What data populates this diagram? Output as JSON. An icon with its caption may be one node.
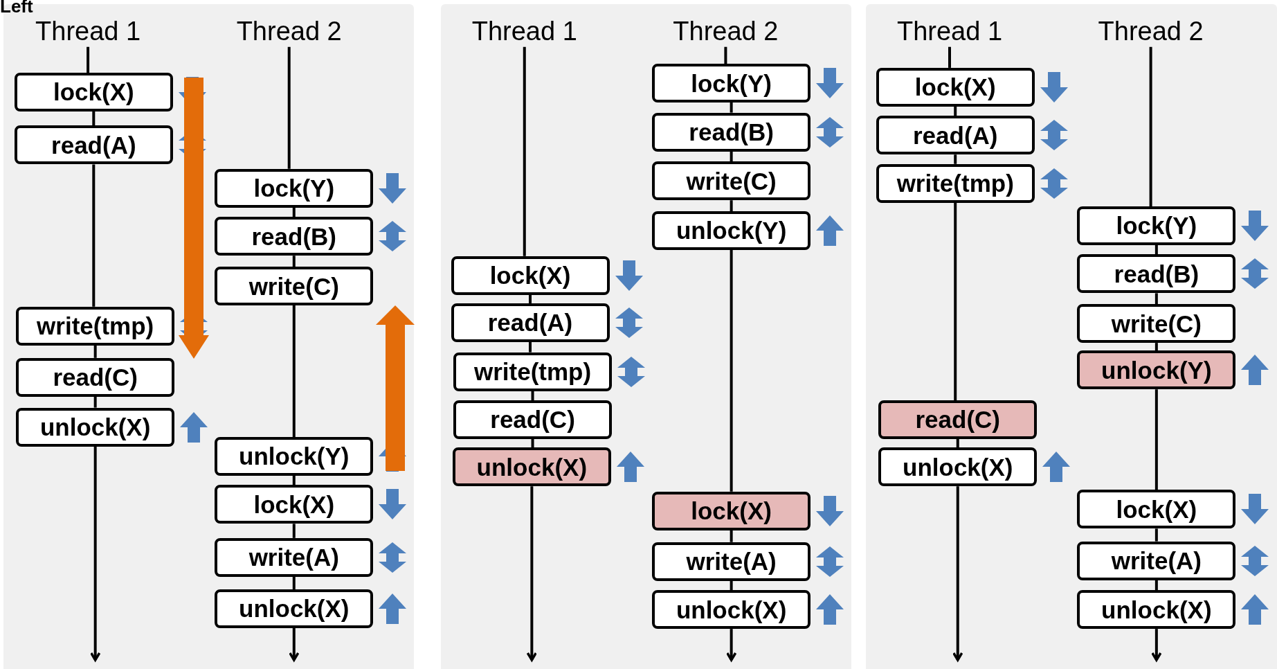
{
  "diagram": {
    "nodes": [
      {
        "text": [
          "Thread 1"
        ]
      },
      {
        "text": [
          "Thread 2"
        ]
      },
      {
        "text": [
          "lock(X)"
        ]
      },
      {
        "text": [
          "read(A)"
        ]
      },
      {
        "text": [
          "write(tmp)"
        ]
      },
      {
        "text": [
          "read(C)"
        ]
      },
      {
        "text": [
          "unlock(X)"
        ]
      },
      {
        "text": [
          "lock(Y)"
        ]
      },
      {
        "text": [
          "read(B)"
        ]
      },
      {
        "text": [
          "write(C)"
        ]
      },
      {
        "text": [
          "unlock(Y)"
        ]
      },
      {
        "text": [
          "lock(X)"
        ]
      },
      {
        "text": [
          "write(A)"
        ]
      },
      {
        "text": [
          "unlock(X)"
        ]
      },
      {
        "text": [
          "Thread 1"
        ]
      },
      {
        "text": [
          "Thread 2"
        ]
      },
      {
        "text": [
          "lock(X)"
        ]
      },
      {
        "text": [
          "read(A)"
        ]
      },
      {
        "text": [
          "write(tmp)"
        ]
      },
      {
        "text": [
          "read(C)"
        ]
      },
      {
        "text": [
          "unlock(X)"
        ]
      },
      {
        "text": [
          "lock(Y)"
        ]
      },
      {
        "text": [
          "read(B)"
        ]
      },
      {
        "text": [
          "write(C)"
        ]
      },
      {
        "text": [
          "unlock(Y)"
        ]
      },
      {
        "text": [
          "lock(X)"
        ]
      },
      {
        "text": [
          "write(A)"
        ]
      },
      {
        "text": [
          "unlock(X)"
        ]
      },
      {
        "text": [
          "Thread 1"
        ]
      },
      {
        "text": [
          "Thread 2"
        ]
      },
      {
        "text": [
          "lock(X)"
        ]
      },
      {
        "text": [
          "read(A)"
        ]
      },
      {
        "text": [
          "write(tmp)"
        ]
      },
      {
        "text": [
          "read(C)"
        ]
      },
      {
        "text": [
          "unlock(X)"
        ]
      },
      {
        "text": [
          "lock(Y)"
        ]
      },
      {
        "text": [
          "read(B)"
        ]
      },
      {
        "text": [
          "write(C)"
        ]
      },
      {
        "text": [
          "unlock(Y)"
        ]
      },
      {
        "text": [
          "lock(X)"
        ]
      },
      {
        "text": [
          "write(A)"
        ]
      },
      {
        "text": [
          "unlock(X)"
        ]
      }
    ],
    "edges": [
      {
        "from": 0,
        "to": 2,
        "arrow": "none"
      },
      {
        "from": 2,
        "to": 3,
        "arrow": "none"
      },
      {
        "from": 3,
        "to": 4,
        "arrow": "none"
      },
      {
        "from": 4,
        "to": 5,
        "arrow": "none"
      },
      {
        "from": 5,
        "to": 6,
        "arrow": "none"
      },
      {
        "from": 6,
        "to": null,
        "arrow": "to"
      },
      {
        "from": 1,
        "to": 7,
        "arrow": "none"
      },
      {
        "from": 7,
        "to": 8,
        "arrow": "none"
      },
      {
        "from": 8,
        "to": 9,
        "arrow": "none"
      },
      {
        "from": 9,
        "to": 10,
        "arrow": "none"
      },
      {
        "from": 10,
        "to": 11,
        "arrow": "none"
      },
      {
        "from": 11,
        "to": 12,
        "arrow": "none"
      },
      {
        "from": 12,
        "to": 13,
        "arrow": "none"
      },
      {
        "from": 13,
        "to": null,
        "arrow": "to"
      },
      {
        "from": 14,
        "to": 16,
        "arrow": "none"
      },
      {
        "from": 16,
        "to": 17,
        "arrow": "none"
      },
      {
        "from": 17,
        "to": 18,
        "arrow": "none"
      },
      {
        "from": 18,
        "to": 19,
        "arrow": "none"
      },
      {
        "from": 19,
        "to": 20,
        "arrow": "none"
      },
      {
        "from": 20,
        "to": null,
        "arrow": "to"
      },
      {
        "from": 15,
        "to": 21,
        "arrow": "none"
      },
      {
        "from": 21,
        "to": 22,
        "arrow": "none"
      },
      {
        "from": 22,
        "to": 23,
        "arrow": "none"
      },
      {
        "from": 23,
        "to": 24,
        "arrow": "none"
      },
      {
        "from": 24,
        "to": 25,
        "arrow": "none"
      },
      {
        "from": 25,
        "to": 26,
        "arrow": "none"
      },
      {
        "from": 26,
        "to": 27,
        "arrow": "none"
      },
      {
        "from": 27,
        "to": null,
        "arrow": "to"
      },
      {
        "from": 28,
        "to": 30,
        "arrow": "none"
      },
      {
        "from": 30,
        "to": 31,
        "arrow": "none"
      },
      {
        "from": 31,
        "to": 32,
        "arrow": "none"
      },
      {
        "from": 32,
        "to": 33,
        "arrow": "none"
      },
      {
        "from": 33,
        "to": 34,
        "arrow": "none"
      },
      {
        "from": 34,
        "to": null,
        "arrow": "to"
      },
      {
        "from": 29,
        "to": 35,
        "arrow": "none"
      },
      {
        "from": 35,
        "to": 36,
        "arrow": "none"
      },
      {
        "from": 36,
        "to": 37,
        "arrow": "none"
      },
      {
        "from": 37,
        "to": 38,
        "arrow": "none"
      },
      {
        "from": 38,
        "to": 39,
        "arrow": "none"
      },
      {
        "from": 39,
        "to": 40,
        "arrow": "none"
      },
      {
        "from": 40,
        "to": 41,
        "arrow": "none"
      },
      {
        "from": 41,
        "to": null,
        "arrow": "to"
      }
    ],
    "labels": [
      "Left"
    ]
  }
}
